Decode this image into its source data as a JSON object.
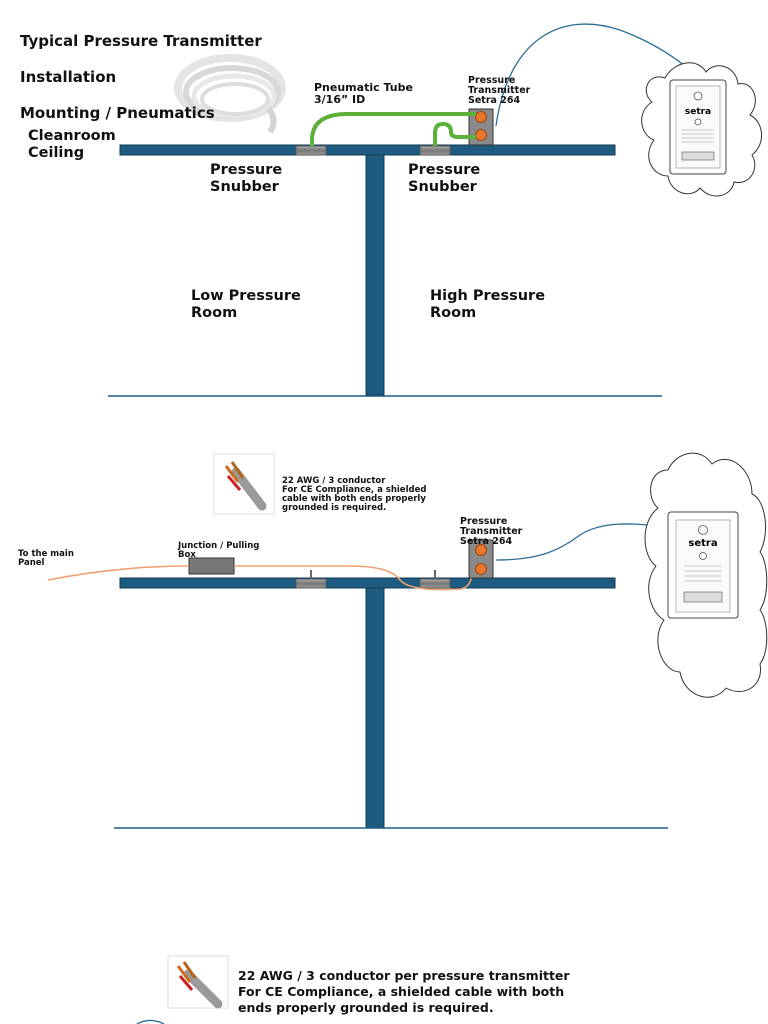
{
  "title_lines": [
    "Typical Pressure Transmitter",
    "Installation",
    "Mounting / Pneumatics"
  ],
  "top": {
    "cleanroom_ceiling": "Cleanroom\nCeiling",
    "pneumatic_tube": "Pneumatic Tube\n3/16” ID",
    "transmitter": "Pressure\nTransmitter\nSetra 264",
    "snubber_left": "Pressure\nSnubber",
    "snubber_right": "Pressure\nSnubber",
    "low_room": "Low Pressure\nRoom",
    "high_room": "High Pressure\nRoom"
  },
  "middle": {
    "cable_note": "22 AWG / 3 conductor\nFor CE Compliance, a shielded\ncable with both ends properly\ngrounded is required.",
    "main_panel": "To the main\nPanel",
    "junction_box": "Junction / Pulling\nBox",
    "transmitter": "Pressure\nTransmitter\nSetra 264"
  },
  "bottom": {
    "cable_note": "22 AWG / 3 conductor per pressure transmitter\nFor CE Compliance, a shielded cable with both\nends properly grounded is required."
  },
  "device": {
    "brand": "setra"
  },
  "colors": {
    "structure": "#1d5c80",
    "tube_green": "#5cb13a",
    "port_orange": "#e8762b",
    "cable_orange": "#f0a070",
    "leader_blue": "#2a6e95",
    "snubber_gray": "#888888"
  }
}
